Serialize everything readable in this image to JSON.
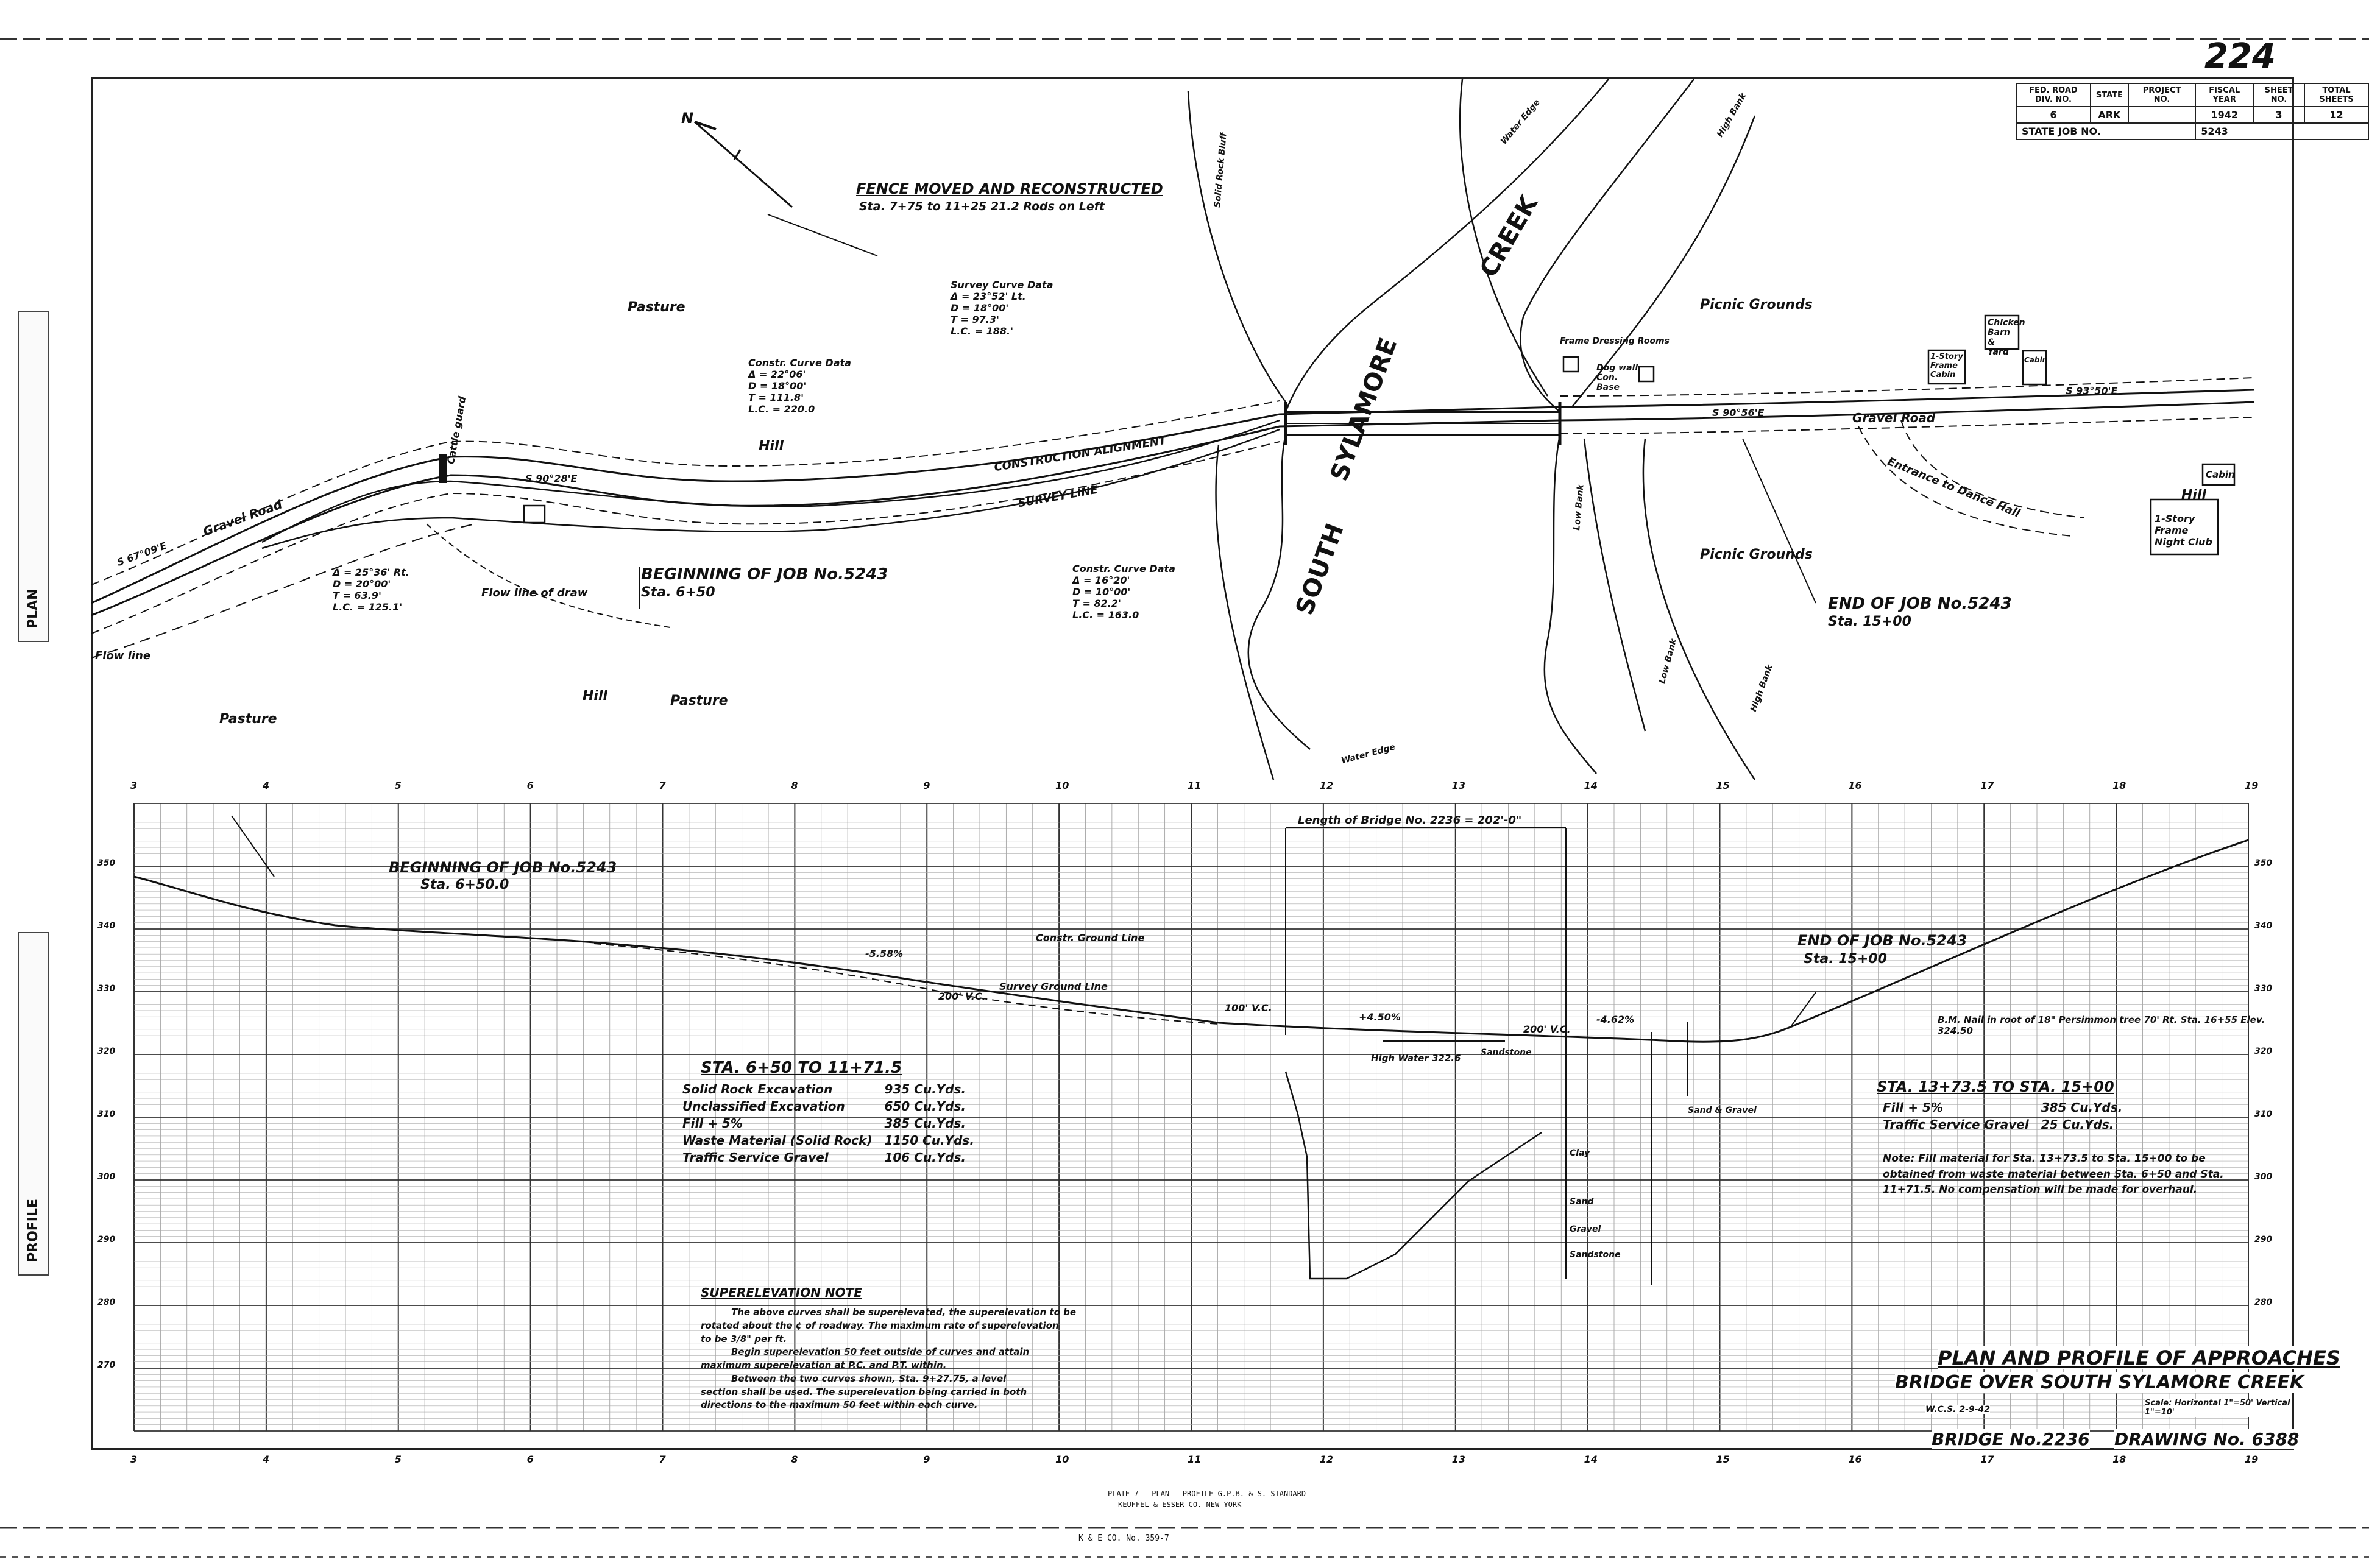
{
  "sheet_number": "224",
  "title_block": {
    "headers": [
      "FED. ROAD DIV. NO.",
      "STATE",
      "PROJECT NO.",
      "FISCAL YEAR",
      "SHEET NO.",
      "TOTAL SHEETS"
    ],
    "values": [
      "6",
      "ARK",
      "",
      "1942",
      "3",
      "12"
    ],
    "state_job_label": "STATE JOB NO.",
    "state_job_number": "5243"
  },
  "side_labels": {
    "plan": "PLAN",
    "profile": "PROFILE"
  },
  "plan": {
    "fence_note_title": "FENCE MOVED AND RECONSTRUCTED",
    "fence_note_detail": "Sta. 7+75 to 11+25   21.2 Rods on Left",
    "north_arrow": "N",
    "creek_south": "SOUTH",
    "creek_sylamore": "SYLAMORE",
    "creek_creek": "CREEK",
    "labels": {
      "pasture_top": "Pasture",
      "pasture_bottom_left": "Pasture",
      "pasture_bottom": "Pasture",
      "hill_left": "Hill",
      "hill_bottom": "Hill",
      "hill_right": "Hill",
      "picnic_top": "Picnic Grounds",
      "picnic_bottom": "Picnic Grounds",
      "gravel_road_left": "Gravel Road",
      "gravel_road_right": "Gravel Road",
      "flow_line": "Flow line of draw",
      "flow_line_left": "Flow line",
      "entrance_dance_hall": "Entrance to Dance Hall",
      "night_club": "1-Story Frame Night Club",
      "cabin": "Cabin",
      "chicken_barn": "Chicken Barn & Yard",
      "frame_cabin": "1-Story Frame Cabin",
      "cabin_small": "Cabin",
      "frame_dressing": "Frame Dressing Rooms",
      "dog_wall": "Dog wall Con. Base",
      "cattle_guard": "Cattle guard",
      "bearing_left": "S 67°09'E",
      "bearing_mid": "S 90°28'E",
      "bearing_right": "S 90°56'E",
      "bearing_far": "S 93°50'E",
      "construction_alignment": "CONSTRUCTION ALIGNMENT",
      "survey_line": "SURVEY LINE",
      "low_bank_1": "Low Bank",
      "low_bank_2": "Low Bank",
      "high_bank_1": "High Bank",
      "high_bank_2": "High Bank",
      "solid_rock_bluff": "Solid Rock Bluff",
      "water_edge_top": "Water Edge",
      "water_edge_bottom": "Water Edge"
    },
    "curve_data_1": [
      "Survey Curve Data",
      "Δ = 23°52' Lt.",
      "D = 18°00'",
      "T = 97.3'",
      "L.C. = 188.'"
    ],
    "curve_data_2": [
      "Constr. Curve Data",
      "Δ = 22°06'",
      "D = 18°00'",
      "T = 111.8'",
      "L.C. = 220.0"
    ],
    "curve_data_3": [
      "Δ = 25°36' Rt.",
      "D = 20°00'",
      "T = 63.9'",
      "L.C. = 125.1'"
    ],
    "curve_data_4": [
      "Constr. Curve Data",
      "Δ = 16°20'",
      "D = 10°00'",
      "T = 82.2'",
      "L.C. = 163.0"
    ],
    "beginning_job": "BEGINNING OF JOB No.5243",
    "beginning_sta": "Sta. 6+50",
    "end_job": "END OF JOB No.5243",
    "end_sta": "Sta. 15+00"
  },
  "profile": {
    "stations_top": [
      "3",
      "4",
      "5",
      "6",
      "7",
      "8",
      "9",
      "10",
      "11",
      "12",
      "13",
      "14",
      "15",
      "16",
      "17",
      "18",
      "19"
    ],
    "stations_bottom": [
      "3",
      "4",
      "5",
      "6",
      "7",
      "8",
      "9",
      "10",
      "11",
      "12",
      "13",
      "14",
      "15",
      "16",
      "17",
      "18",
      "19"
    ],
    "elevations": [
      "350",
      "340",
      "330",
      "320",
      "310",
      "300",
      "290",
      "280",
      "270"
    ],
    "beginning_job": "BEGINNING OF JOB No.5243",
    "beginning_sta": "Sta. 6+50.0",
    "end_job": "END OF JOB No.5243",
    "end_sta": "Sta. 15+00",
    "bridge_length": "Length of Bridge No. 2236 = 202'-0\"",
    "constr_grade": "Constr. Ground Line",
    "survey_grade": "Survey Ground Line",
    "vc_200": "200' V.C.",
    "vc_100": "100' V.C.",
    "vc_200_b": "200' V.C.",
    "grade_1": "-5.58%",
    "grade_2": "+4.50%",
    "grade_3": "-4.62%",
    "high_water": "High Water 322.6",
    "bench_mark": "B.M. Nail in root of 18\" Persimmon tree 70' Rt. Sta. 16+55   Elev. 324.50",
    "qty1_header": "STA. 6+50 TO 11+71.5",
    "qty1_rows": [
      [
        "Solid Rock Excavation",
        "935 Cu.Yds."
      ],
      [
        "Unclassified Excavation",
        "650 Cu.Yds."
      ],
      [
        "Fill + 5%",
        "385 Cu.Yds."
      ],
      [
        "Waste Material (Solid Rock)",
        "1150 Cu.Yds."
      ],
      [
        "Traffic Service Gravel",
        "106 Cu.Yds."
      ]
    ],
    "qty2_header": "STA. 13+73.5 TO STA. 15+00",
    "qty2_rows": [
      [
        "Fill + 5%",
        "385 Cu.Yds."
      ],
      [
        "Traffic Service Gravel",
        "25 Cu.Yds."
      ]
    ],
    "note": "Note: Fill material for Sta. 13+73.5 to Sta. 15+00 to be obtained from waste material between Sta. 6+50 and Sta. 11+71.5. No compensation will be made for overhaul.",
    "super_title": "SUPERELEVATION NOTE",
    "super_text": [
      "The above curves shall be superelevated, the superelevation to be",
      "rotated about the ¢ of roadway. The maximum rate of superelevation",
      "to be 3/8\" per ft.",
      "Begin superelevation 50 feet outside of curves and attain",
      "maximum superelevation at P.C. and P.T. within.",
      "Between the two curves shown, Sta. 9+27.75, a level",
      "section shall be used. The superelevation being carried in both",
      "directions to the maximum 50 feet within each curve."
    ],
    "drawing_title": "PLAN AND PROFILE OF APPROACHES",
    "drawing_subtitle": "BRIDGE OVER SOUTH SYLAMORE CREEK",
    "scale": "Scale: Horizontal 1\"=50' Vertical 1\"=10'",
    "drawn_by": "W.C.S. 2-9-42",
    "bridge_no": "BRIDGE No.2236",
    "drawing_no": "DRAWING No. 6388",
    "soil_labels": [
      "Sandstone",
      "Sand & Gravel",
      "Clay",
      "Sand",
      "Gravel",
      "Sandstone"
    ],
    "footer_1": "PLATE 7 - PLAN - PROFILE G.P.B. & S. STANDARD",
    "footer_2": "KEUFFEL & ESSER CO. NEW YORK",
    "footer_3": "K & E CO. No. 359-7"
  }
}
